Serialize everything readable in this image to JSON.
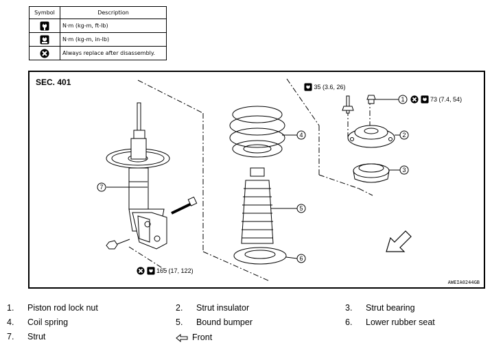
{
  "legend": {
    "header_symbol": "Symbol",
    "header_description": "Description",
    "rows": [
      {
        "icon": "torque-wrench-icon",
        "description": "N·m (kg-m, ft-lb)"
      },
      {
        "icon": "torque-wrench-inlb-icon",
        "description": "N·m (kg-m, in-lb)"
      },
      {
        "icon": "replace-icon",
        "description": "Always replace after disassembly."
      }
    ]
  },
  "diagram": {
    "section": "SEC. 401",
    "code": "AWEIA0244GB",
    "torque_top": "35 (3.6, 26)",
    "torque_nut": "73 (7.4, 54)",
    "torque_bolt": "165 (17, 122)",
    "callout_numbers": [
      "1",
      "2",
      "3",
      "4",
      "5",
      "6",
      "7"
    ]
  },
  "parts": [
    {
      "num": "1.",
      "label": "Piston rod lock nut"
    },
    {
      "num": "2.",
      "label": "Strut insulator"
    },
    {
      "num": "3.",
      "label": "Strut bearing"
    },
    {
      "num": "4.",
      "label": "Coil spring"
    },
    {
      "num": "5.",
      "label": "Bound bumper"
    },
    {
      "num": "6.",
      "label": "Lower rubber seat"
    },
    {
      "num": "7.",
      "label": "Strut"
    }
  ],
  "front_label": "Front"
}
